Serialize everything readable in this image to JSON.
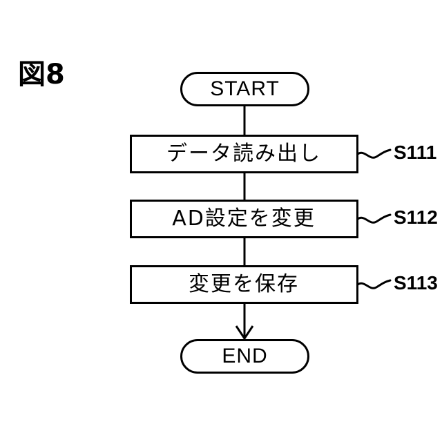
{
  "figure": {
    "label": "図8",
    "background_color": "#ffffff",
    "stroke_color": "#000000"
  },
  "flowchart": {
    "start_node": {
      "label": "START",
      "shape": "stadium"
    },
    "end_node": {
      "label": "END",
      "shape": "stadium"
    },
    "steps": [
      {
        "label": "データ読み出し",
        "step_id": "S111",
        "shape": "rectangle"
      },
      {
        "label": "AD設定を変更",
        "step_id": "S112",
        "shape": "rectangle"
      },
      {
        "label": "変更を保存",
        "step_id": "S113",
        "shape": "rectangle"
      }
    ],
    "connectors": [
      {
        "from": "START",
        "to": "S111",
        "arrowhead": false
      },
      {
        "from": "S111",
        "to": "S112",
        "arrowhead": false
      },
      {
        "from": "S112",
        "to": "S113",
        "arrowhead": false
      },
      {
        "from": "S113",
        "to": "END",
        "arrowhead": true
      }
    ]
  }
}
